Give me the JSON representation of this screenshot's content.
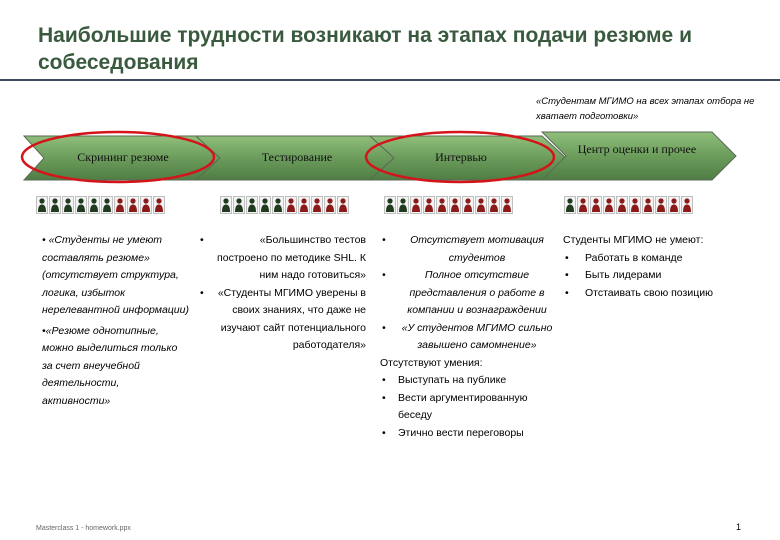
{
  "title": "Наибольшие трудности возникают на этапах подачи резюме и собеседования",
  "quote": "«Студентам МГИМО на всех этапах отбора не хватает подготовки»",
  "stages": [
    {
      "label": "Скрининг резюме",
      "people_green": 6,
      "people_red": 4
    },
    {
      "label": "Тестирование",
      "people_green": 5,
      "people_red": 5
    },
    {
      "label": "Интервью",
      "people_green": 2,
      "people_red": 8
    },
    {
      "label": "Центр оценки и прочее",
      "people_green": 1,
      "people_red": 9
    }
  ],
  "colors": {
    "green": "#1f3a1f",
    "red": "#8b1a1a",
    "arrow": "#6b9a5a",
    "oval": "#d4141a"
  },
  "col1": {
    "p1": "• «Студенты не умеют составлять резюме» (отсутствует структура, логика, избыток нерелевантной информации)",
    "p2": "•«Резюме однотипные, можно выделиться только за счет внеучебной деятельности, активности»"
  },
  "col2": {
    "b1": "«Большинство тестов построено по методике SHL. К ним надо готовиться»",
    "b2": "«Студенты МГИМО уверены в своих знаниях, что даже не изучают сайт потенциального работодателя»"
  },
  "col3": {
    "b1": "Отсутствует мотивация студентов",
    "b2": "Полное отсутствие представления о работе в компании и вознаграждении",
    "b3": "«У студентов МГИМО сильно завышено самомнение»",
    "skills_head": "Отсутствуют умения:",
    "s1": "Выступать на публике",
    "s2": "Вести аргументированную беседу",
    "s3": "Этично вести переговоры"
  },
  "col4": {
    "head": "Студенты МГИМО не умеют:",
    "s1": "Работать в команде",
    "s2": "Быть лидерами",
    "s3": "Отстаивать свою позицию"
  },
  "footer": "Masterclass 1 - homework.ppx",
  "page_number": "1"
}
